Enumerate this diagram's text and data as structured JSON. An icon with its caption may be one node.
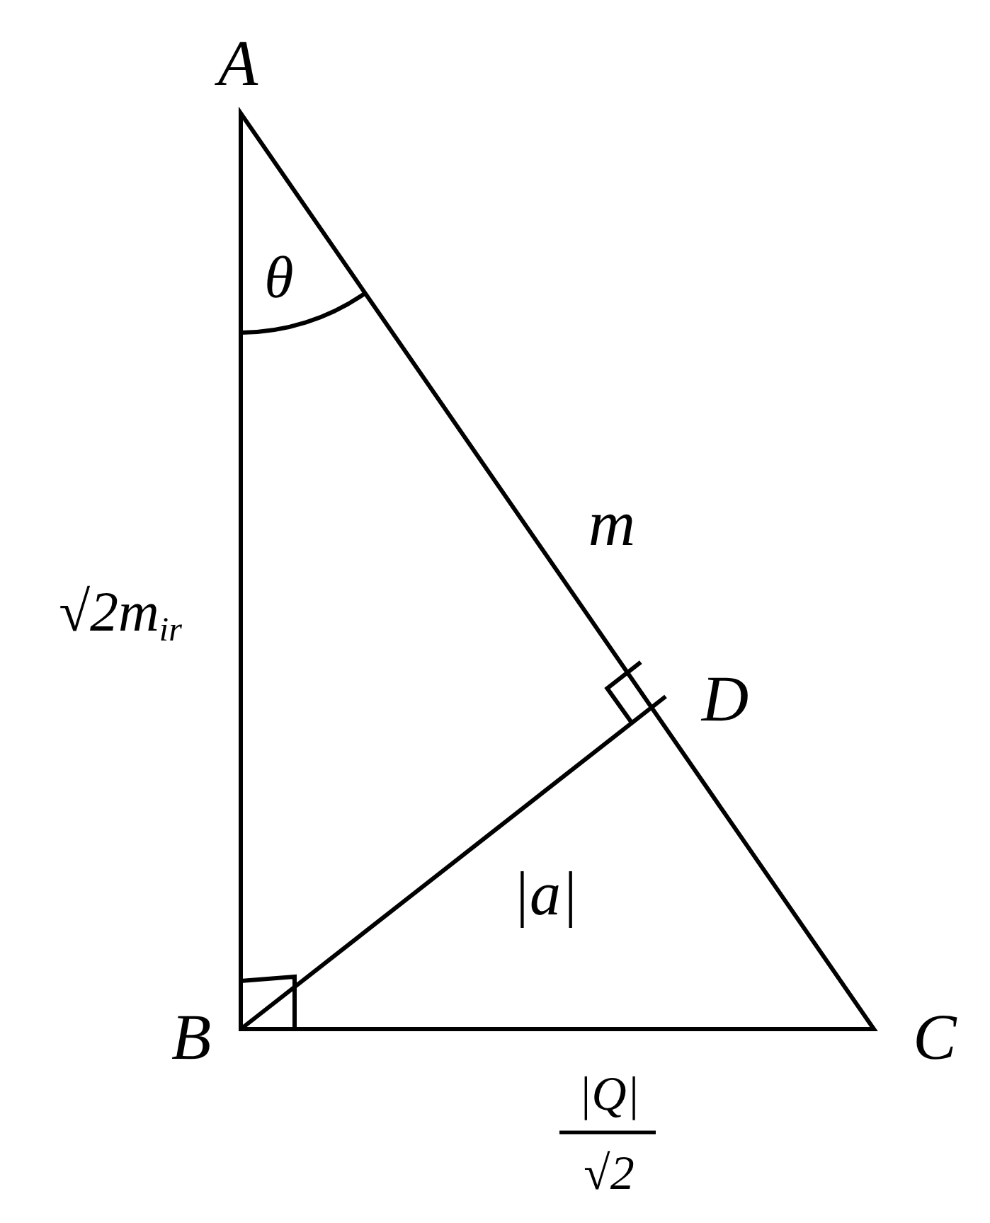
{
  "diagram": {
    "labels": [
      "A",
      "θ",
      "m",
      "√2m$_{ir}$",
      "D",
      "|a|",
      "B",
      "C",
      "|Q|",
      "√2"
    ]
  }
}
